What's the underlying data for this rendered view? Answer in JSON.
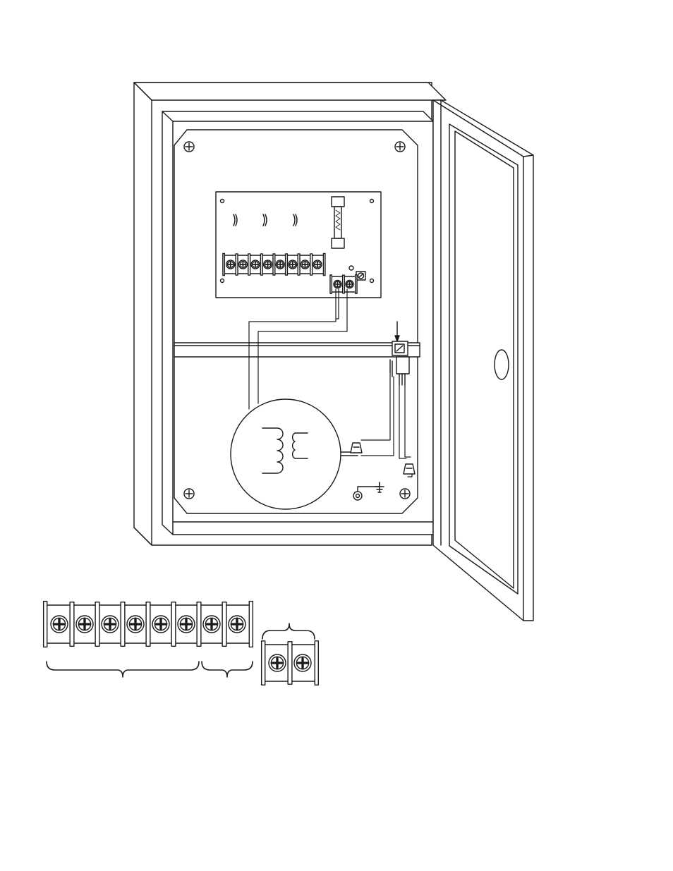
{
  "figure": {
    "title": "",
    "labels": []
  },
  "components": {
    "enclosure": "enclosure",
    "door": "open-door",
    "mounting_panel": "mounting-panel",
    "control_board": "control-board",
    "fuse": "fuse",
    "terminal_strip_main": {
      "screw_count": 8
    },
    "terminal_strip_small": {
      "screw_count": 2
    },
    "transformer": "transformer",
    "ground": "ground-symbol"
  },
  "colors": {
    "line": "#1a1a1a",
    "fill": "#ffffff"
  }
}
